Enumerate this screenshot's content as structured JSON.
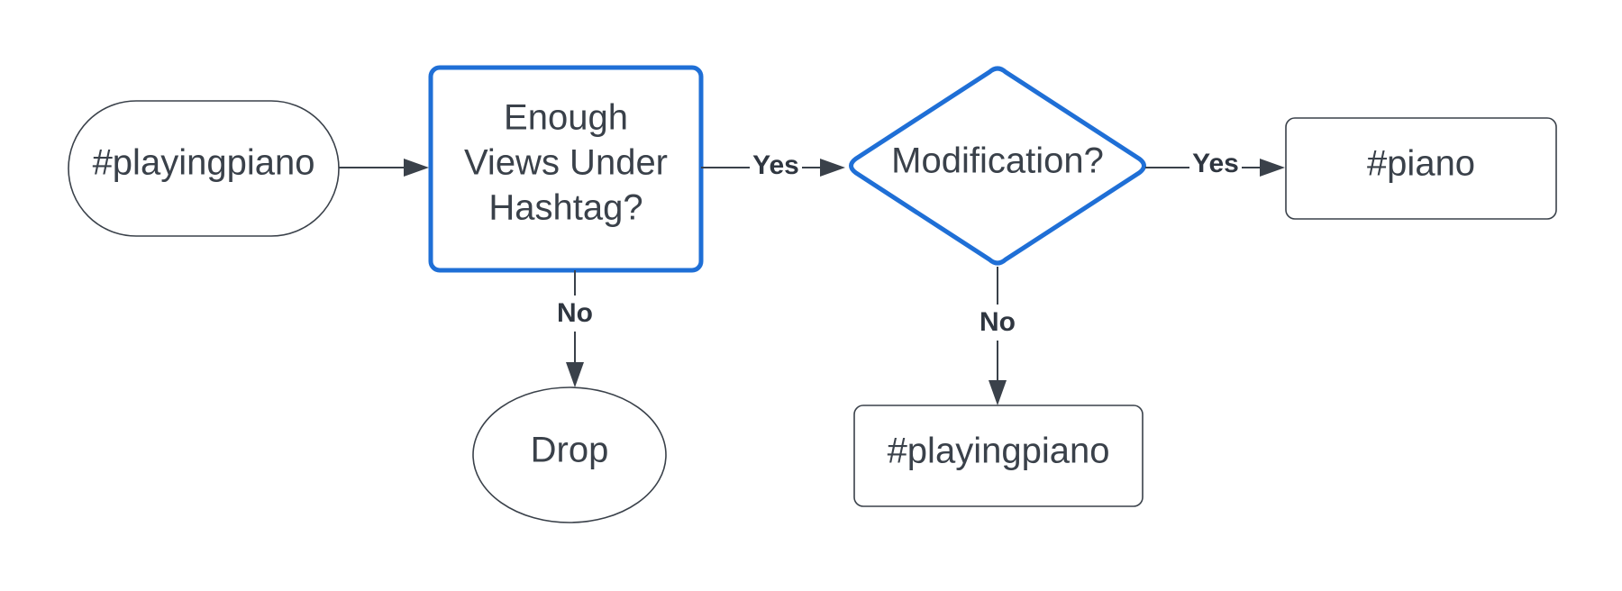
{
  "nodes": {
    "start": "#playingpiano",
    "decision_views": [
      "Enough",
      "Views Under",
      "Hashtag?"
    ],
    "drop": "Drop",
    "decision_modification": "Modification?",
    "result_piano": "#piano",
    "result_playingpiano": "#playingpiano"
  },
  "edges": {
    "views_yes": "Yes",
    "views_no": "No",
    "modification_yes": "Yes",
    "modification_no": "No"
  },
  "colors": {
    "highlight": "#1f6fd6",
    "line": "#3a414a",
    "text": "#3a414a"
  }
}
